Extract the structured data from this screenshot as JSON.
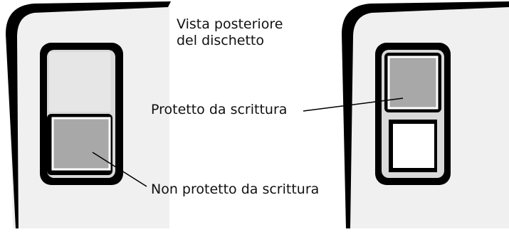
{
  "labels": {
    "back_view_line1": "Vista posteriore",
    "back_view_line2": "del dischetto",
    "write_protected": "Protetto da scrittura",
    "not_write_protected": "Non protetto da scrittura"
  },
  "colors": {
    "disk_body": "#f0f0f0",
    "outline": "#000000",
    "switch_track": "#d9d9d9",
    "switch_tab": "#a8a8a8",
    "window_open": "#ffffff"
  }
}
